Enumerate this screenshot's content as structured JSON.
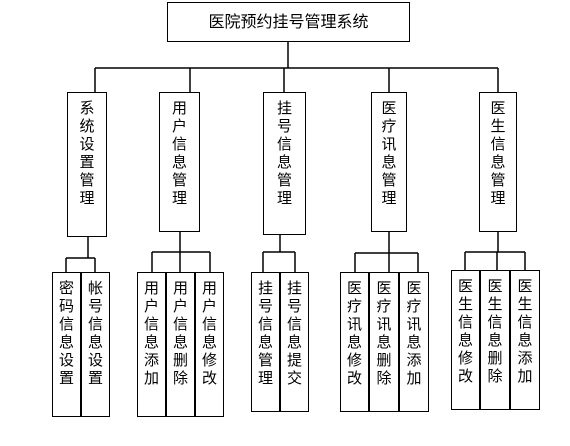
{
  "root": {
    "label": "医院预约挂号管理系统"
  },
  "modules": [
    {
      "label": "系统设置管理",
      "children": [
        "密码信息设置",
        "帐号信息设置"
      ]
    },
    {
      "label": "用户信息管理",
      "children": [
        "用户信息添加",
        "用户信息删除",
        "用户信息修改"
      ]
    },
    {
      "label": "挂号信息管理",
      "children": [
        "挂号信息管理",
        "挂号信息提交"
      ]
    },
    {
      "label": "医疗讯息管理",
      "children": [
        "医疗讯息修改",
        "医疗讯息删除",
        "医疗讯息添加"
      ]
    },
    {
      "label": "医生信息管理",
      "children": [
        "医生信息修改",
        "医生信息删除",
        "医生信息添加"
      ]
    }
  ]
}
